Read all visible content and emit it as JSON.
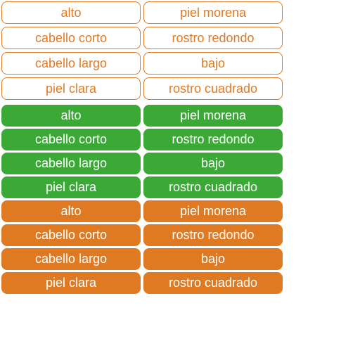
{
  "colors": {
    "outline_accent": "#e07a25",
    "green": "#3aa935",
    "orange": "#e07a22"
  },
  "groups": [
    {
      "style": "outline",
      "rows": [
        [
          "alto",
          "piel morena"
        ],
        [
          "cabello corto",
          "rostro redondo"
        ],
        [
          "cabello largo",
          "bajo"
        ],
        [
          "piel clara",
          "rostro cuadrado"
        ]
      ]
    },
    {
      "style": "green",
      "rows": [
        [
          "alto",
          "piel morena"
        ],
        [
          "cabello corto",
          "rostro redondo"
        ],
        [
          "cabello largo",
          "bajo"
        ],
        [
          "piel clara",
          "rostro cuadrado"
        ]
      ]
    },
    {
      "style": "orange",
      "rows": [
        [
          "alto",
          "piel morena"
        ],
        [
          "cabello corto",
          "rostro redondo"
        ],
        [
          "cabello largo",
          "bajo"
        ],
        [
          "piel clara",
          "rostro cuadrado"
        ]
      ]
    }
  ]
}
